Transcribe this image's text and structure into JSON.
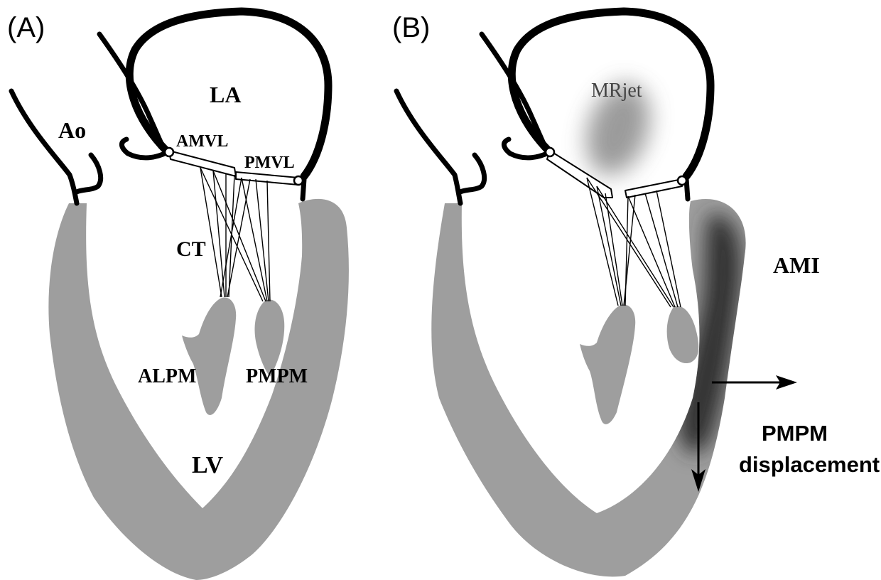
{
  "panels": {
    "a": {
      "label": "(A)",
      "ao": "Ao",
      "la": "LA",
      "amvl": "AMVL",
      "pmvl": "PMVL",
      "ct": "CT",
      "alpm": "ALPM",
      "pmpm": "PMPM",
      "lv": "LV"
    },
    "b": {
      "label": "(B)",
      "mrjet": "MRjet",
      "ami": "AMI",
      "displacement_line1": "PMPM",
      "displacement_line2": "displacement"
    }
  },
  "colors": {
    "myocardium": "#9e9e9e",
    "infarct": "#3c3c3c",
    "outline": "#000000",
    "background": "#ffffff"
  }
}
